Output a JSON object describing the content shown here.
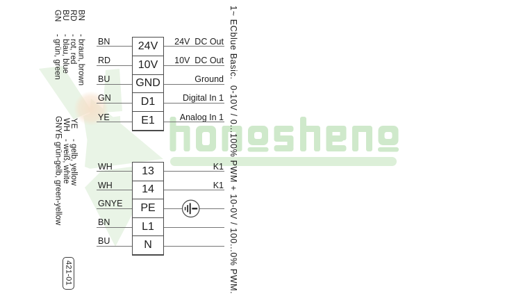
{
  "diagram_title": "1~ ECblue Basic.  0-10V / 0...100% PWM + 10-0V / 100...0% PWM.",
  "legend_dash": "-",
  "wire_color_legend_top": [
    {
      "abbr": "BN",
      "name": "braun, brown"
    },
    {
      "abbr": "RD",
      "name": "rot, red"
    },
    {
      "abbr": "BU",
      "name": "blau, blue"
    },
    {
      "abbr": "GN",
      "name": "grün, green"
    }
  ],
  "wire_color_legend_bottom": [
    {
      "abbr": "YE",
      "name": "gelb, yellow"
    },
    {
      "abbr": "WH",
      "name": "weiß, white"
    },
    {
      "abbr": "GNYE",
      "name": "grün-gelb, green-yellow"
    }
  ],
  "upper_terminal_block": {
    "terminals": [
      {
        "terminal": "24V"
      },
      {
        "terminal": "10V"
      },
      {
        "terminal": "GND"
      },
      {
        "terminal": "D1"
      },
      {
        "terminal": "E1"
      }
    ],
    "left_wires": [
      {
        "label": "BN"
      },
      {
        "label": "RD"
      },
      {
        "label": "BU"
      },
      {
        "label": "GN"
      },
      {
        "label": "YE"
      }
    ],
    "right_wires": [
      {
        "label": "24V  DC Out"
      },
      {
        "label": "10V  DC Out"
      },
      {
        "label": "Ground"
      },
      {
        "label": "Digital In 1"
      },
      {
        "label": "Analog In 1"
      }
    ]
  },
  "lower_terminal_block": {
    "terminals": [
      {
        "terminal": "13"
      },
      {
        "terminal": "14"
      },
      {
        "terminal": "PE"
      },
      {
        "terminal": "L1"
      },
      {
        "terminal": "N"
      }
    ],
    "left_wires": [
      {
        "label": "WH"
      },
      {
        "label": "WH"
      },
      {
        "label": "GNYE"
      },
      {
        "label": "BN"
      },
      {
        "label": "BU"
      }
    ],
    "right_wires": [
      {
        "label": "K1"
      },
      {
        "label": "K1"
      },
      {
        "label": ""
      },
      {
        "label": ""
      },
      {
        "label": ""
      }
    ],
    "pe_symbol": "protective-earth"
  },
  "drawing_number": "421-01",
  "watermark": {
    "text": "hongsheng",
    "text_color": "#cfe9cb",
    "bar_color": "#dcefd8",
    "emblem_color": "#e9f4e6",
    "accent_color": "#f6dfc8"
  }
}
